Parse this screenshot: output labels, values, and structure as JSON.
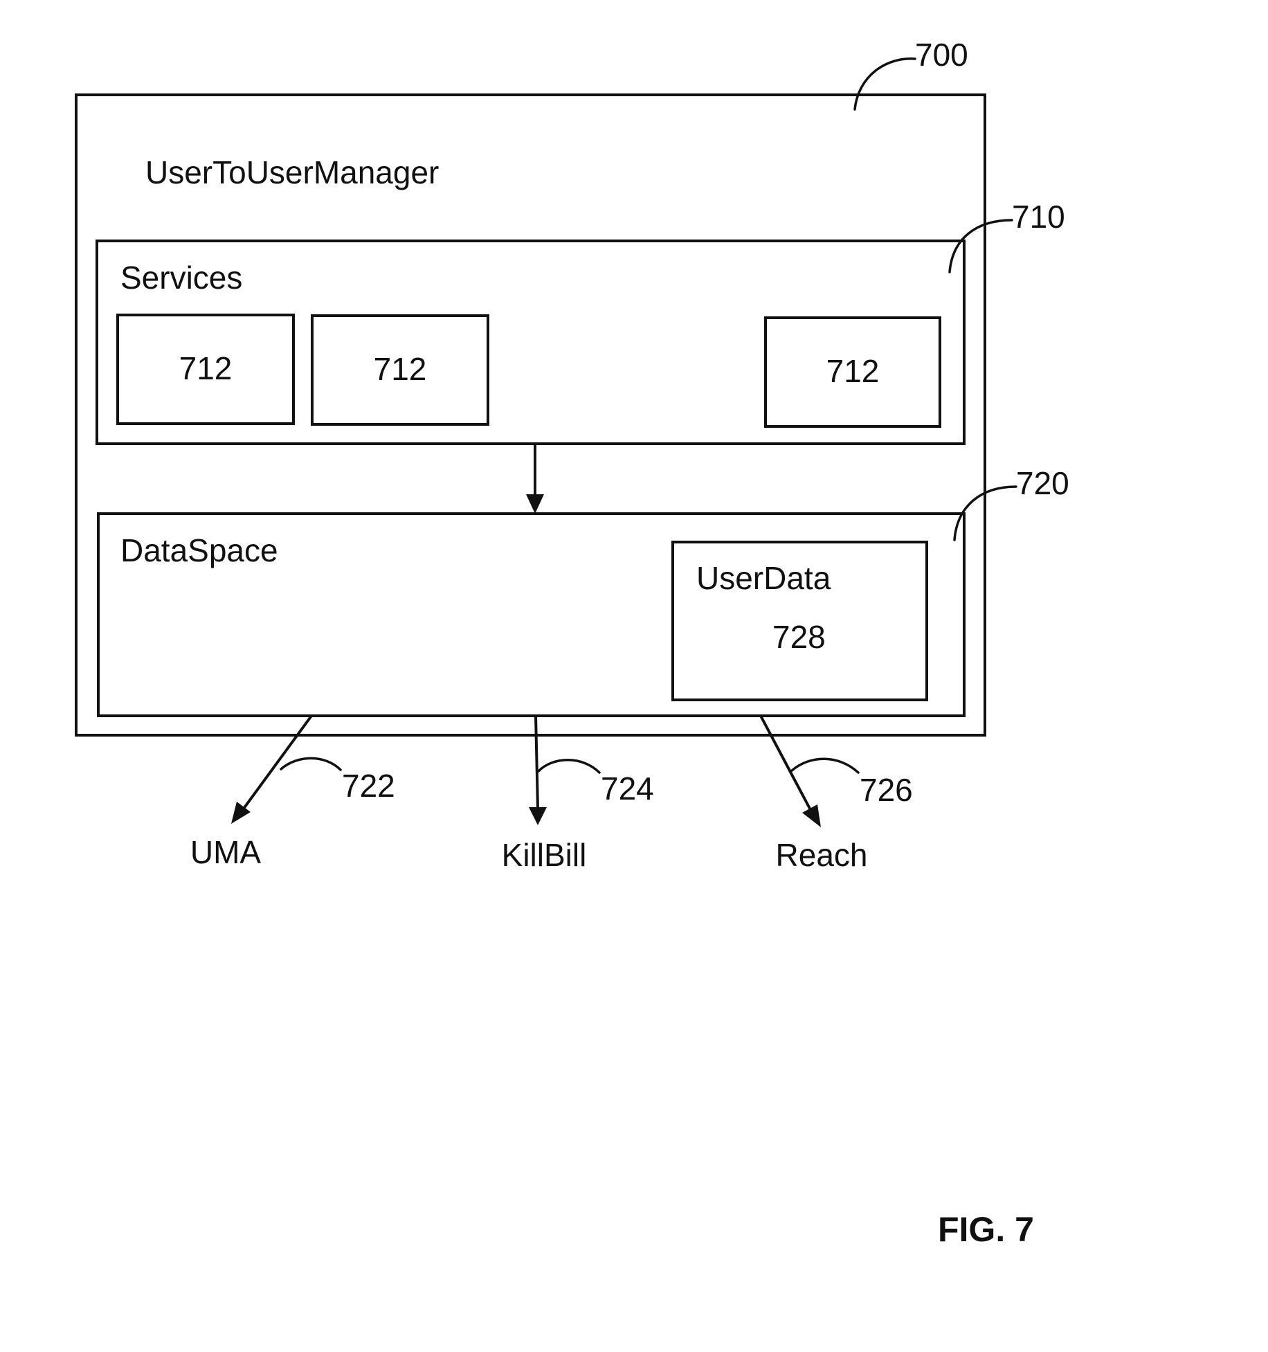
{
  "manager": {
    "title": "UserToUserManager",
    "ref": "700"
  },
  "services": {
    "title": "Services",
    "ref": "710",
    "items": [
      {
        "label": "712"
      },
      {
        "label": "712"
      },
      {
        "label": "712"
      }
    ]
  },
  "dataspace": {
    "title": "DataSpace",
    "ref": "720"
  },
  "userdata": {
    "title": "UserData",
    "ref": "728"
  },
  "outputs": [
    {
      "label": "UMA",
      "ref": "722"
    },
    {
      "label": "KillBill",
      "ref": "724"
    },
    {
      "label": "Reach",
      "ref": "726"
    }
  ],
  "figure_label": "FIG. 7"
}
